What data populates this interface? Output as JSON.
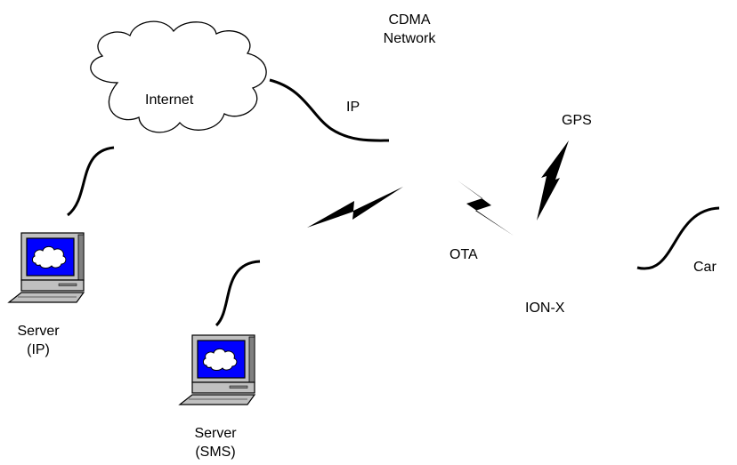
{
  "labels": {
    "cdma_line1": "CDMA",
    "cdma_line2": "Network",
    "internet": "Internet",
    "ip": "IP",
    "gps": "GPS",
    "ota": "OTA",
    "ion_x": "ION-X",
    "car": "Car",
    "server_ip_line1": "Server",
    "server_ip_line2": "(IP)",
    "server_sms_line1": "Server",
    "server_sms_line2": "(SMS)"
  },
  "icons": {
    "cloud": "cloud-icon",
    "computer": "computer-icon",
    "lightning": "lightning-bolt-icon"
  },
  "colors": {
    "line": "#000000",
    "screen": "#0000ff",
    "computer_body": "#c0c0c0",
    "cloud_fill": "#ffffff"
  }
}
